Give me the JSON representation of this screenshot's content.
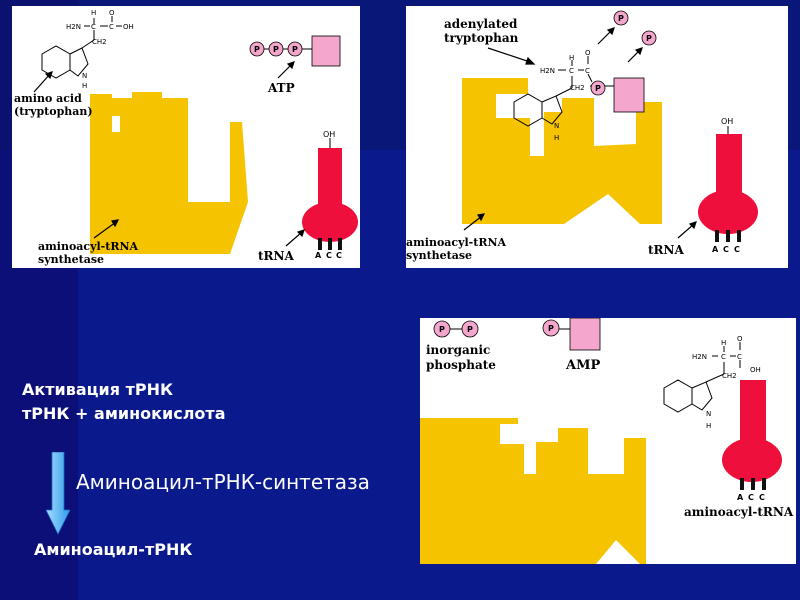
{
  "panel1": {
    "amino_acid_label": [
      "amino acid",
      "(tryptophan)"
    ],
    "atp_label": "ATP",
    "synthetase_label": [
      "aminoacyl-tRNA",
      "synthetase"
    ],
    "trna_label": "tRNA",
    "phosphate_symbol": "P",
    "oh": "OH",
    "anticodon": [
      "A",
      "C",
      "C"
    ]
  },
  "panel2": {
    "adenylated_label": [
      "adenylated",
      "tryptophan"
    ],
    "synthetase_label": [
      "aminoacyl-tRNA",
      "synthetase"
    ],
    "trna_label": "tRNA",
    "phosphate_symbol": "P",
    "oh": "OH",
    "anticodon": [
      "A",
      "C",
      "C"
    ]
  },
  "panel3": {
    "inorganic_label": [
      "inorganic",
      "phosphate"
    ],
    "amp_label": "AMP",
    "product_label": "aminoacyl-tRNA",
    "phosphate_symbol": "P",
    "oh": "OH",
    "anticodon": [
      "A",
      "C",
      "C"
    ]
  },
  "chem": {
    "h": "H",
    "h2n": "H2N",
    "c": "C",
    "o": "O",
    "oh": "OH",
    "ch2": "CH2",
    "n": "N"
  },
  "captions": {
    "title": "Активация тРНК",
    "equation": "тРНК + аминокислота",
    "enzyme": "Аминоацил-тРНК-синтетаза",
    "product": "Аминоацил-тРНК"
  },
  "colors": {
    "background": "#0a1a8c",
    "enzyme": "#f5c300",
    "trna": "#ee0f3c",
    "phosphate": "#f4a6cc",
    "amp_box": "#f4a6cc",
    "arrow": "#4fb8ff"
  }
}
